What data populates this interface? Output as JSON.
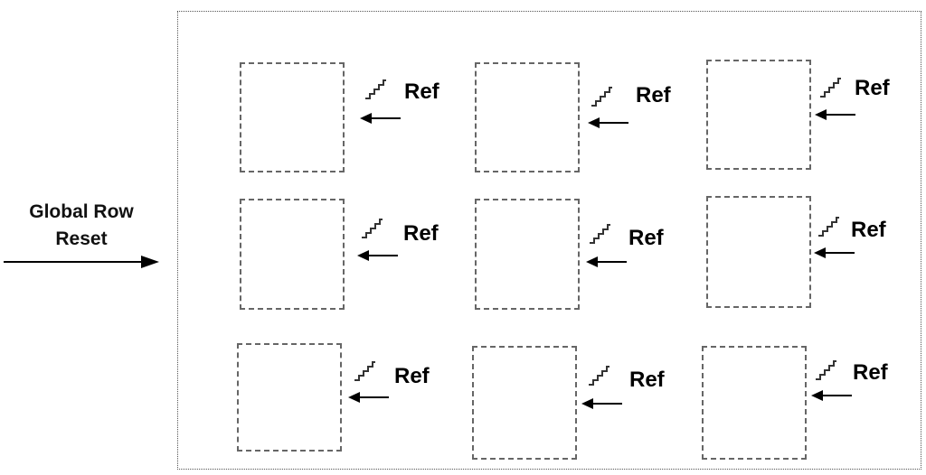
{
  "global_input": {
    "label": "Global Row\nReset"
  },
  "array": {
    "rows": 3,
    "columns": 3,
    "cells": [
      {
        "row": 1,
        "col": 1,
        "ref_label": "Ref"
      },
      {
        "row": 1,
        "col": 2,
        "ref_label": "Ref"
      },
      {
        "row": 1,
        "col": 3,
        "ref_label": "Ref"
      },
      {
        "row": 2,
        "col": 1,
        "ref_label": "Ref"
      },
      {
        "row": 2,
        "col": 2,
        "ref_label": "Ref"
      },
      {
        "row": 2,
        "col": 3,
        "ref_label": "Ref"
      },
      {
        "row": 3,
        "col": 1,
        "ref_label": "Ref"
      },
      {
        "row": 3,
        "col": 2,
        "ref_label": "Ref"
      },
      {
        "row": 3,
        "col": 3,
        "ref_label": "Ref"
      }
    ]
  },
  "icons": {
    "ramp": "staircase-ramp-icon",
    "arrow": "left-arrow-icon"
  },
  "colors": {
    "box_border": "#666666",
    "arrow": "#000000",
    "frame": "#555555"
  }
}
